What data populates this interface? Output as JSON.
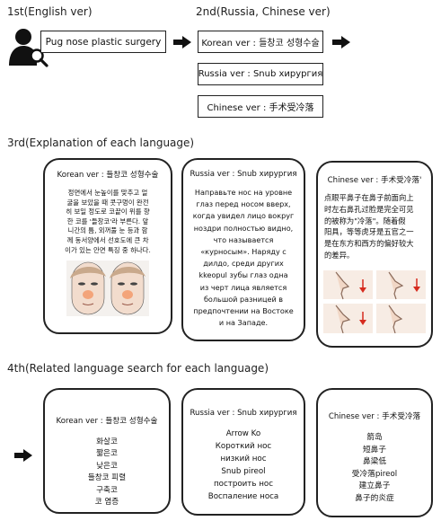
{
  "headings": {
    "first": "1st(English ver)",
    "second": "2nd(Russia, Chinese ver)",
    "third": "3rd(Explanation of each language)",
    "fourth": "4th(Related language search for each language)"
  },
  "step1": {
    "query": "Pug nose plastic surgery"
  },
  "step2": {
    "korean": "Korean ver : 들창코 성형수술",
    "russian": "Russia ver : Snub хирургия",
    "chinese": "Chinese ver : 手术受冷落"
  },
  "step3": {
    "korean": {
      "title": "Korean ver : 들창코 성형수술",
      "text": "정면에서 눈높이를 맞추고 얼\n굴을 보았을 때 콧구멍이 완전\n히 보일 정도로 코끝이 위를 향\n한 코를 '들창코'라 부른다. 앞\n니간의 틈, 외꺼풀 눈 등과 함\n께 동서양에서 선호도에 큰 차\n이가 있는 안면 특징 중 하나다."
    },
    "russian": {
      "title": "Russia ver : Snub хирургия",
      "text": "Направьте нос на уровне\nглаз перед носом вверх,\nкогда увидел лицо вокруг\nноздри полностью видно,\nчто называется\n«курносым». Наряду с\nдилдо, среди других\nkkeopul зубы глаз одна\nиз черт лица является\nбольшой разницей в\nпредпочтении на Востоке\nи на Западе."
    },
    "chinese": {
      "title": "Chinese ver : 手术受冷落'",
      "text": "点眼平鼻子在鼻子前面向上\n时左右鼻孔过脸是完全可见\n的被称为\"冷落\"。随着假\n阳具，等等虎牙是五官之一\n是在东方和西方的偏好较大\n的差异。"
    }
  },
  "step4": {
    "korean": {
      "title": "Korean ver : 들창코 성형수술",
      "items": [
        "화살코",
        "짧은코",
        "낮은코",
        "들창코 피렬",
        "구축코",
        "코 염증"
      ]
    },
    "russian": {
      "title": "Russia ver : Snub хирургия",
      "items": [
        "Arrow Ko",
        "Короткий нос",
        "низкий нос",
        "Snub pireol",
        "построить нос",
        "Воспаление носа"
      ]
    },
    "chinese": {
      "title": "Chinese ver : 手术受冷落",
      "items": [
        "箭岛",
        "短鼻子",
        "鼻梁低",
        "受冷落pireol",
        "建立鼻子",
        "鼻子的炎症"
      ]
    }
  },
  "icons": {
    "user_search": "user-search-icon",
    "arrow": "right-arrow-icon"
  },
  "colors": {
    "stroke": "#222222",
    "face_highlight": "#f39a6b",
    "red_arrow": "#d62b1f"
  }
}
